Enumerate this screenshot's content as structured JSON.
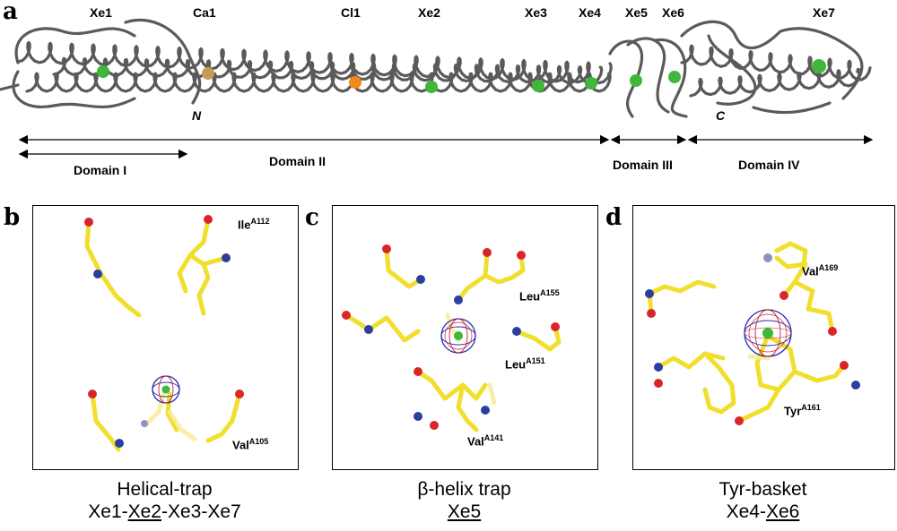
{
  "panel_a": {
    "letter": "a",
    "sites": [
      {
        "label": "Xe1",
        "color": "#3fb73a"
      },
      {
        "label": "Ca1",
        "color": "#c89a55"
      },
      {
        "label": "Cl1",
        "color": "#f08a1c"
      },
      {
        "label": "Xe2",
        "color": "#3fb73a"
      },
      {
        "label": "Xe3",
        "color": "#3fb73a"
      },
      {
        "label": "Xe4",
        "color": "#3fb73a"
      },
      {
        "label": "Xe5",
        "color": "#3fb73a"
      },
      {
        "label": "Xe6",
        "color": "#3fb73a"
      },
      {
        "label": "Xe7",
        "color": "#3fb73a"
      }
    ],
    "terminus_n": "N",
    "terminus_c": "C",
    "domains": [
      "Domain I",
      "Domain II",
      "Domain III",
      "Domain IV"
    ],
    "ribbon_color": "#5a5a5a"
  },
  "panel_b": {
    "letter": "b",
    "residues": [
      {
        "name": "Ile",
        "sup": "A112"
      },
      {
        "name": "Val",
        "sup": "A105"
      }
    ],
    "caption_line1": "Helical-trap",
    "caption_line2_parts": [
      "Xe1-",
      "Xe2",
      "-Xe3-Xe7"
    ]
  },
  "panel_c": {
    "letter": "c",
    "residues": [
      {
        "name": "Leu",
        "sup": "A155"
      },
      {
        "name": "Leu",
        "sup": "A151"
      },
      {
        "name": "Val",
        "sup": "A141"
      }
    ],
    "caption_line1": "β-helix trap",
    "caption_line2_parts": [
      "",
      "Xe5",
      ""
    ]
  },
  "panel_d": {
    "letter": "d",
    "residues": [
      {
        "name": "Val",
        "sup": "A169"
      },
      {
        "name": "Tyr",
        "sup": "A161"
      }
    ],
    "caption_line1": "Tyr-basket",
    "caption_line2_parts": [
      "Xe4-",
      "Xe6",
      ""
    ]
  },
  "colors": {
    "carbon": "#f2de2c",
    "nitrogen": "#2b3f9e",
    "oxygen": "#d8262a",
    "xenon": "#3fb73a",
    "mesh_blue": "#2a2ab0",
    "mesh_red": "#c0203a"
  }
}
